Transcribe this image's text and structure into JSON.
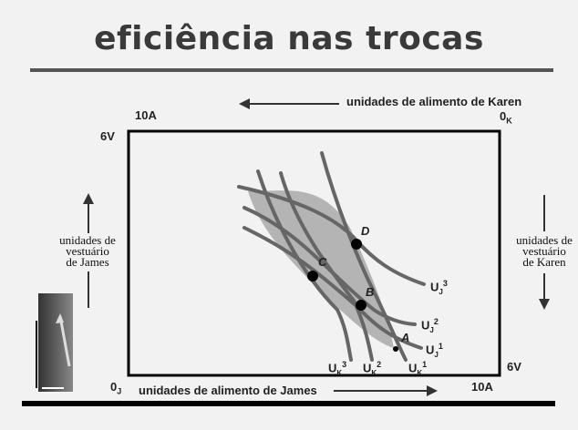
{
  "title": "eficiência nas trocas",
  "top_axis_label": "unidades de alimento de Karen",
  "bottom_axis_label": "unidades de alimento de James",
  "left_axis_label": [
    "unidades de",
    "vestuário",
    "de James"
  ],
  "right_axis_label": [
    "unidades de",
    "vestuário",
    "de Karen"
  ],
  "corners": {
    "top_left": "10A",
    "top_right": "0",
    "top_right_sub": "K",
    "bottom_left": "0",
    "bottom_left_sub": "J",
    "bottom_right": "10A",
    "left_top": "6V",
    "right_bottom": "6V"
  },
  "points": [
    "D",
    "C",
    "B",
    "A"
  ],
  "curve_labels": {
    "UJ3": {
      "base": "U",
      "sub": "J",
      "sup": "3"
    },
    "UJ2": {
      "base": "U",
      "sub": "J",
      "sup": "2"
    },
    "UJ1": {
      "base": "U",
      "sub": "J",
      "sup": "1"
    },
    "UK3": {
      "base": "U",
      "sub": "K",
      "sup": "3"
    },
    "UK2": {
      "base": "U",
      "sub": "K",
      "sup": "2"
    },
    "UK1": {
      "base": "U",
      "sub": "K",
      "sup": "1"
    }
  },
  "colors": {
    "background": "#f2f2f2",
    "curve": "#666666",
    "lens_fill": "#b4b4b4",
    "box": "#000000",
    "point": "#000000"
  }
}
